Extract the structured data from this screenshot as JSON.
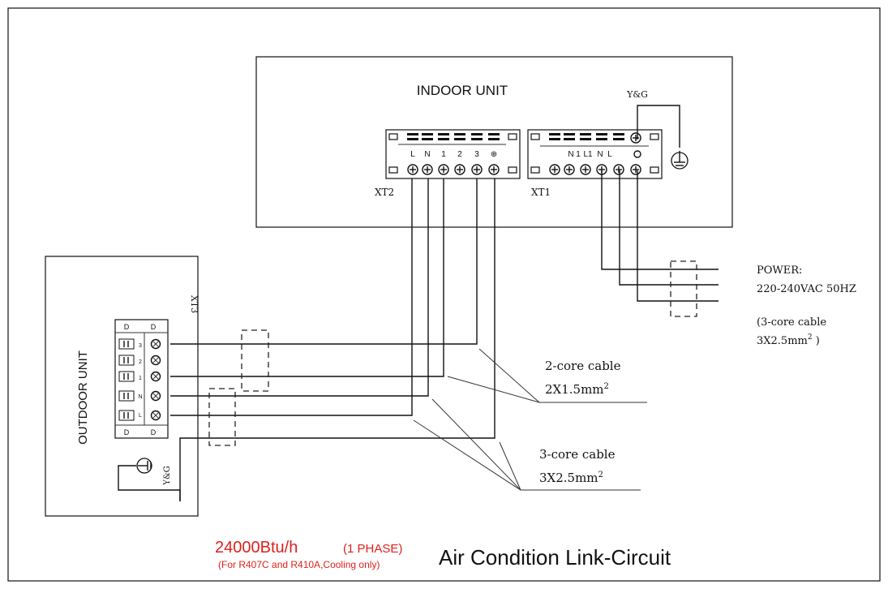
{
  "indoor": {
    "title": "INDOOR UNIT",
    "ground_label": "Y&G",
    "xt2": {
      "name": "XT2",
      "terminals": [
        "L",
        "N",
        "1",
        "2",
        "3",
        "⊕"
      ]
    },
    "xt1": {
      "name": "XT1",
      "terminals": [
        "N",
        "1",
        "L1",
        "N",
        "L"
      ]
    }
  },
  "outdoor": {
    "title": "OUTDOOR UNIT",
    "terminal_block": "XT3",
    "ground_label": "Y&G",
    "terminals": [
      "3",
      "2",
      "1",
      "N",
      "L"
    ]
  },
  "power": {
    "line1": "POWER:",
    "line2": "220-240VAC 50HZ",
    "line3": "(3-core cable",
    "line4": "3X2.5mm",
    "line4_sup": "2",
    "line4_tail": " )"
  },
  "cables": {
    "two_core_title": "2-core cable",
    "two_core_spec": "2X1.5mm",
    "two_core_sup": "2",
    "three_core_title": "3-core cable",
    "three_core_spec": "3X2.5mm",
    "three_core_sup": "2"
  },
  "footer": {
    "model": "24000Btu/h",
    "phase": "(1 PHASE)",
    "note": "(For R407C and R410A,Cooling only)",
    "title": "Air Condition Link-Circuit"
  },
  "colors": {
    "accent_red": "#e0201c",
    "ink": "#111111"
  }
}
